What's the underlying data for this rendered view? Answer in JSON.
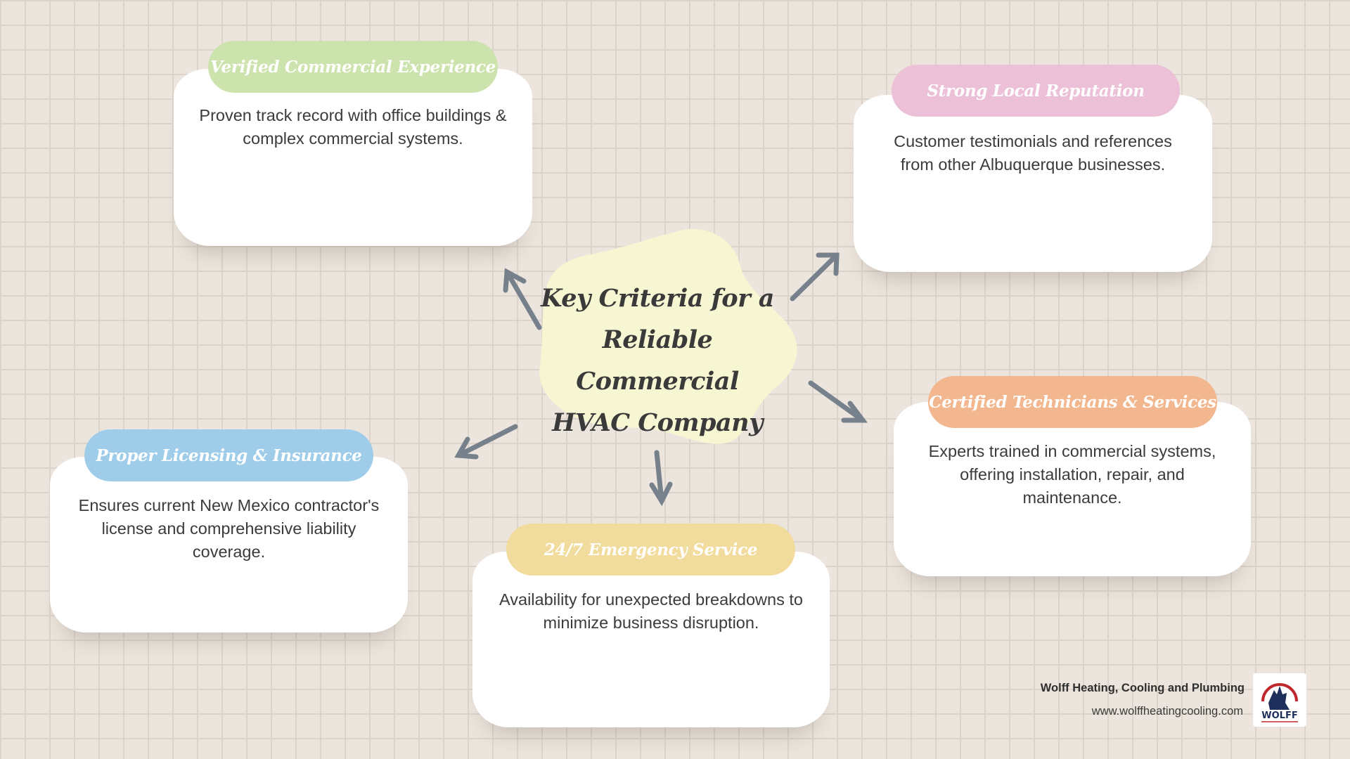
{
  "center": {
    "lines": [
      "Key Criteria for a",
      "Reliable Commercial",
      "HVAC Company"
    ],
    "color": "#f7f6d3"
  },
  "nodes": [
    {
      "id": "verified",
      "title": "Verified Commercial Experience",
      "text": "Proven track record with office buildings & complex commercial systems.",
      "color": "#cde3ae"
    },
    {
      "id": "reputation",
      "title": "Strong Local Reputation",
      "text": "Customer testimonials and references from other Albuquerque businesses.",
      "color": "#ecc1d7"
    },
    {
      "id": "certified",
      "title": "Certified Technicians & Services",
      "text": "Experts trained in commercial systems, offering installation, repair, and maintenance.",
      "color": "#f2b78f"
    },
    {
      "id": "emergency",
      "title": "24/7 Emergency Service",
      "text": "Availability for unexpected breakdowns to minimize business disruption.",
      "color": "#f1dc9d"
    },
    {
      "id": "licensing",
      "title": "Proper Licensing & Insurance",
      "text": "Ensures current New Mexico contractor's license and comprehensive liability coverage.",
      "color": "#9fcde9"
    }
  ],
  "footer": {
    "company": "Wolff Heating, Cooling and Plumbing",
    "url": "www.wolffheatingcooling.com",
    "logo_text": "WOLFF"
  },
  "arrow_color": "#76818c"
}
